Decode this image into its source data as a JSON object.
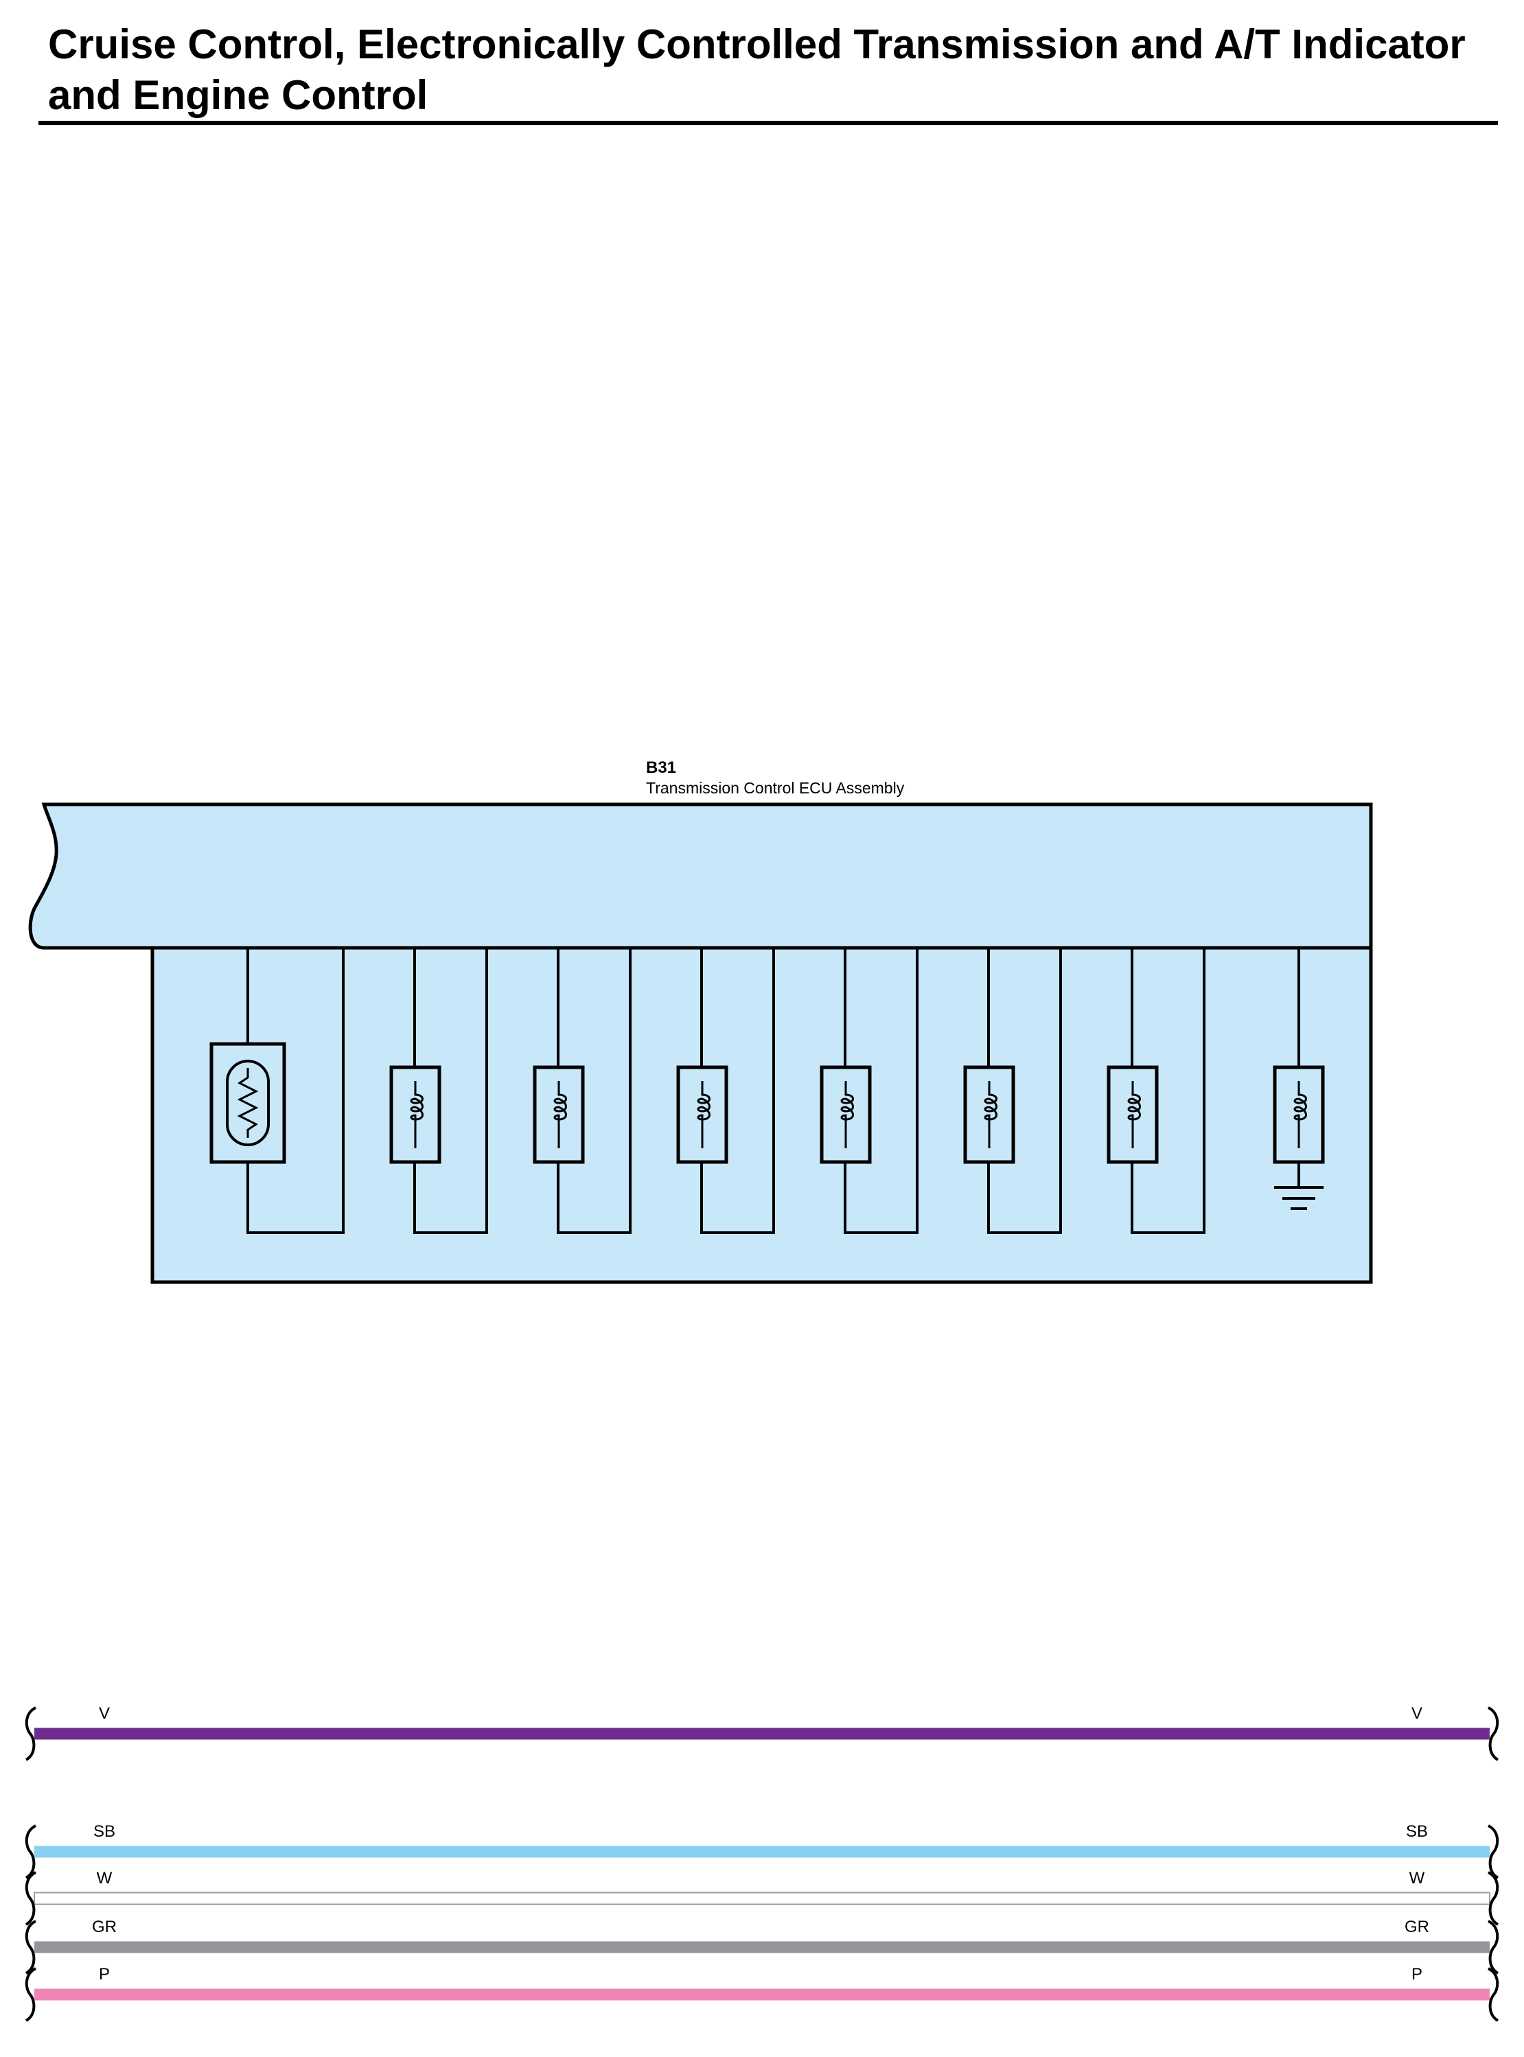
{
  "title": {
    "line1": "Cruise Control, Electronically Controlled Transmission and A/T Indicator",
    "line2": "and Engine Control"
  },
  "ecu": {
    "connector": "B31",
    "name": "Transmission Control ECU Assembly",
    "fill_color": "#c8e8fa",
    "components": [
      {
        "type": "thermistor",
        "icon": "temperature-sensor-icon"
      },
      {
        "type": "solenoid",
        "icon": "solenoid-coil-icon"
      },
      {
        "type": "solenoid",
        "icon": "solenoid-coil-icon"
      },
      {
        "type": "solenoid",
        "icon": "solenoid-coil-icon"
      },
      {
        "type": "solenoid",
        "icon": "solenoid-coil-icon"
      },
      {
        "type": "solenoid",
        "icon": "solenoid-coil-icon"
      },
      {
        "type": "solenoid",
        "icon": "solenoid-coil-icon"
      },
      {
        "type": "solenoid-grounded",
        "icon": "solenoid-coil-icon",
        "ground_icon": "ground-icon"
      }
    ]
  },
  "wires": [
    {
      "code": "V",
      "color": "#6f2c91"
    },
    {
      "code": "SB",
      "color": "#87d0f2"
    },
    {
      "code": "W",
      "color": "#ffffff"
    },
    {
      "code": "GR",
      "color": "#939598"
    },
    {
      "code": "P",
      "color": "#ee85b5"
    }
  ]
}
